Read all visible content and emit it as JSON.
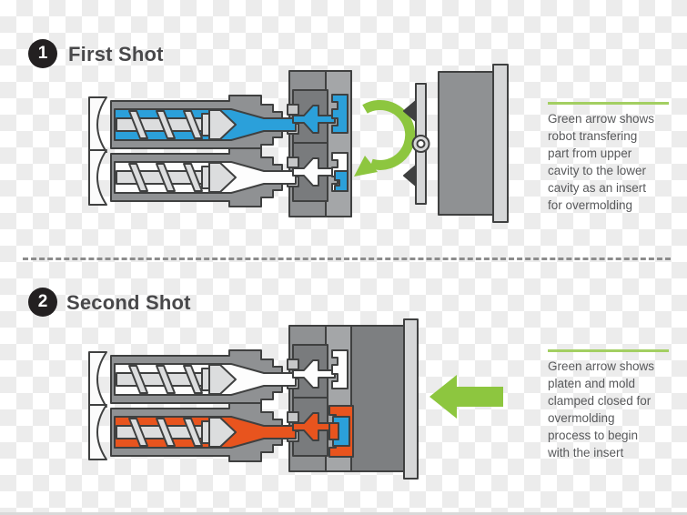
{
  "title": "Two-Shot Overmolding Process Diagram",
  "colors": {
    "checker": "#ECECEC",
    "outline": "#3F4040",
    "casing": "#8F9193",
    "casing_dark": "#7D7F81",
    "light_gray": "#D6D7D8",
    "slab": "#FBFBFB",
    "channel_empty": "#FDFDFD",
    "blue": "#2BA0DA",
    "orange": "#E8541E",
    "green": "#8DC63F",
    "green_line": "#A3CF62",
    "badge_bg": "#232021",
    "badge_text": "#FFFFFF",
    "title_text": "#48484A",
    "body_text": "#58595B",
    "divider": "#8C8C8C",
    "mold_strip": "#A4A6A8",
    "mold_pocket": "#797B7D",
    "nozzle_seat": "#C6C7C8"
  },
  "steps": [
    {
      "number": "1",
      "label": "First Shot",
      "annotation": "Green arrow shows\nrobot transfering\npart from upper\ncavity to the lower\ncavity as an insert\nfor overmolding"
    },
    {
      "number": "2",
      "label": "Second Shot",
      "annotation": "Green arrow shows\nplaten and mold\nclamped closed for\novermolding\nprocess to begin\nwith the insert"
    }
  ]
}
